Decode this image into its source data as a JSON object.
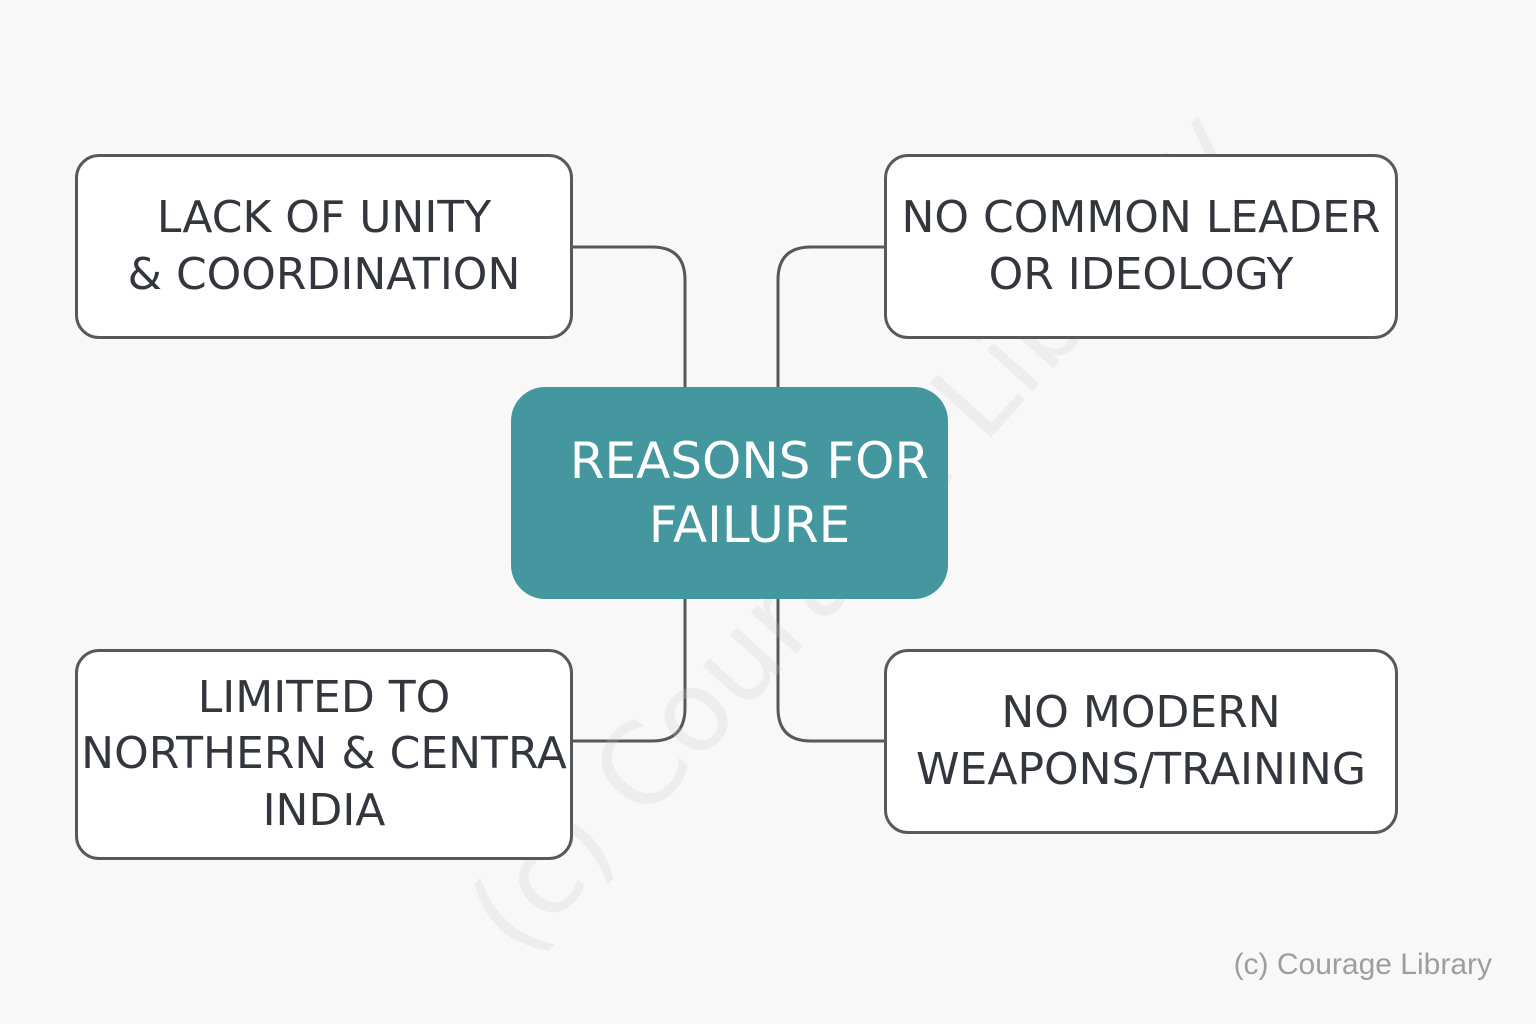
{
  "diagram": {
    "center": {
      "label_lines": [
        "REASONS FOR",
        "FAILURE"
      ],
      "fill_color": "#45979f",
      "text_color": "#ffffff"
    },
    "branches": [
      {
        "id": "top-left",
        "label_lines": [
          "LACK OF UNITY",
          "& COORDINATION"
        ]
      },
      {
        "id": "top-right",
        "label_lines": [
          "NO COMMON LEADER",
          "OR IDEOLOGY"
        ]
      },
      {
        "id": "bottom-left",
        "label_lines": [
          "LIMITED TO",
          "NORTHERN & CENTRA",
          "INDIA"
        ]
      },
      {
        "id": "bottom-right",
        "label_lines": [
          "NO MODERN",
          "WEAPONS/TRAINING"
        ]
      }
    ],
    "border_color": "#55595e",
    "connector_color": "#55595e"
  },
  "watermark": {
    "text": "(c) Courage Library",
    "faint_diagonal_text": "(c) Courage Library"
  },
  "background_color": "#f8f8f8"
}
